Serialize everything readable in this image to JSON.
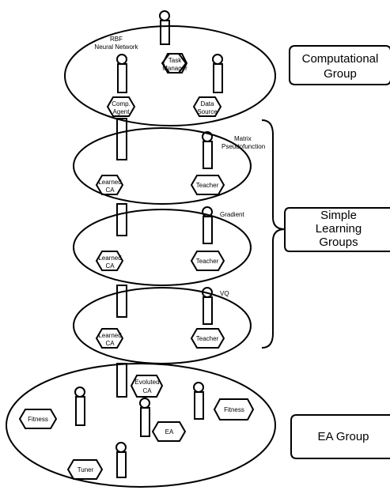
{
  "groups": {
    "computational": {
      "title_lines": [
        "Computational",
        "Group"
      ],
      "rbf_label_lines": [
        "RBF",
        "Neural Network"
      ],
      "task_manager_lines": [
        "Task",
        "Manager"
      ],
      "comp_agent_lines": [
        "Comp.",
        "Agent"
      ],
      "data_source_lines": [
        "Data",
        "Source"
      ]
    },
    "simple_learning": {
      "title_lines": [
        "Simple",
        "Learning",
        "Groups"
      ],
      "layers": [
        {
          "label_lines": [
            "Matrix",
            "Pseudofunction"
          ],
          "learned_ca_lines": [
            "Learned",
            "CA"
          ],
          "teacher": "Teacher"
        },
        {
          "label_lines": [
            "Gradient"
          ],
          "learned_ca_lines": [
            "Learned",
            "CA"
          ],
          "teacher": "Teacher"
        },
        {
          "label_lines": [
            "VQ"
          ],
          "learned_ca_lines": [
            "Learned",
            "CA"
          ],
          "teacher": "Teacher"
        }
      ]
    },
    "ea": {
      "title": "EA Group",
      "evoluted_ca_lines": [
        "Evoluted",
        "CA"
      ],
      "fitness_left": "Fitness",
      "fitness_right": "Fitness",
      "ea_label": "EA",
      "tuner": "Tuner"
    }
  }
}
